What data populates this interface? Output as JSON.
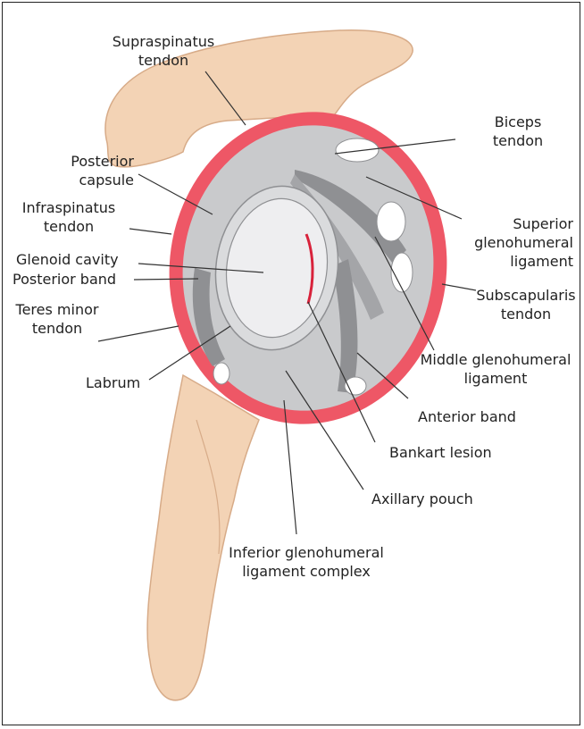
{
  "labels": {
    "supraspinatus": [
      "Supraspinatus",
      "tendon"
    ],
    "biceps": [
      "Biceps",
      "tendon"
    ],
    "posterior_capsule": [
      "Posterior",
      "capsule"
    ],
    "infraspinatus": [
      "Infraspinatus",
      "tendon"
    ],
    "superior_gh": [
      "Superior",
      "glenohumeral",
      "ligament"
    ],
    "glenoid": [
      "Glenoid cavity"
    ],
    "subscapularis": [
      "Subscapularis",
      "tendon"
    ],
    "posterior_band": [
      "Posterior band"
    ],
    "teres_minor": [
      "Teres minor",
      "tendon"
    ],
    "middle_gh": [
      "Middle glenohumeral",
      "ligament"
    ],
    "labrum": [
      "Labrum"
    ],
    "anterior_band": [
      "Anterior band"
    ],
    "bankart": [
      "Bankart lesion"
    ],
    "axillary": [
      "Axillary pouch"
    ],
    "inferior_gh": [
      "Inferior glenohumeral",
      "ligament complex"
    ]
  },
  "colors": {
    "bone": "#f3d3b5",
    "bone_outline": "#d7ab88",
    "tendon": "#ee5766",
    "capsule": "#c9cacc",
    "capsule_dark": "#8f9093",
    "glenoid": "#eeeef0",
    "lesion": "#d8223b"
  }
}
